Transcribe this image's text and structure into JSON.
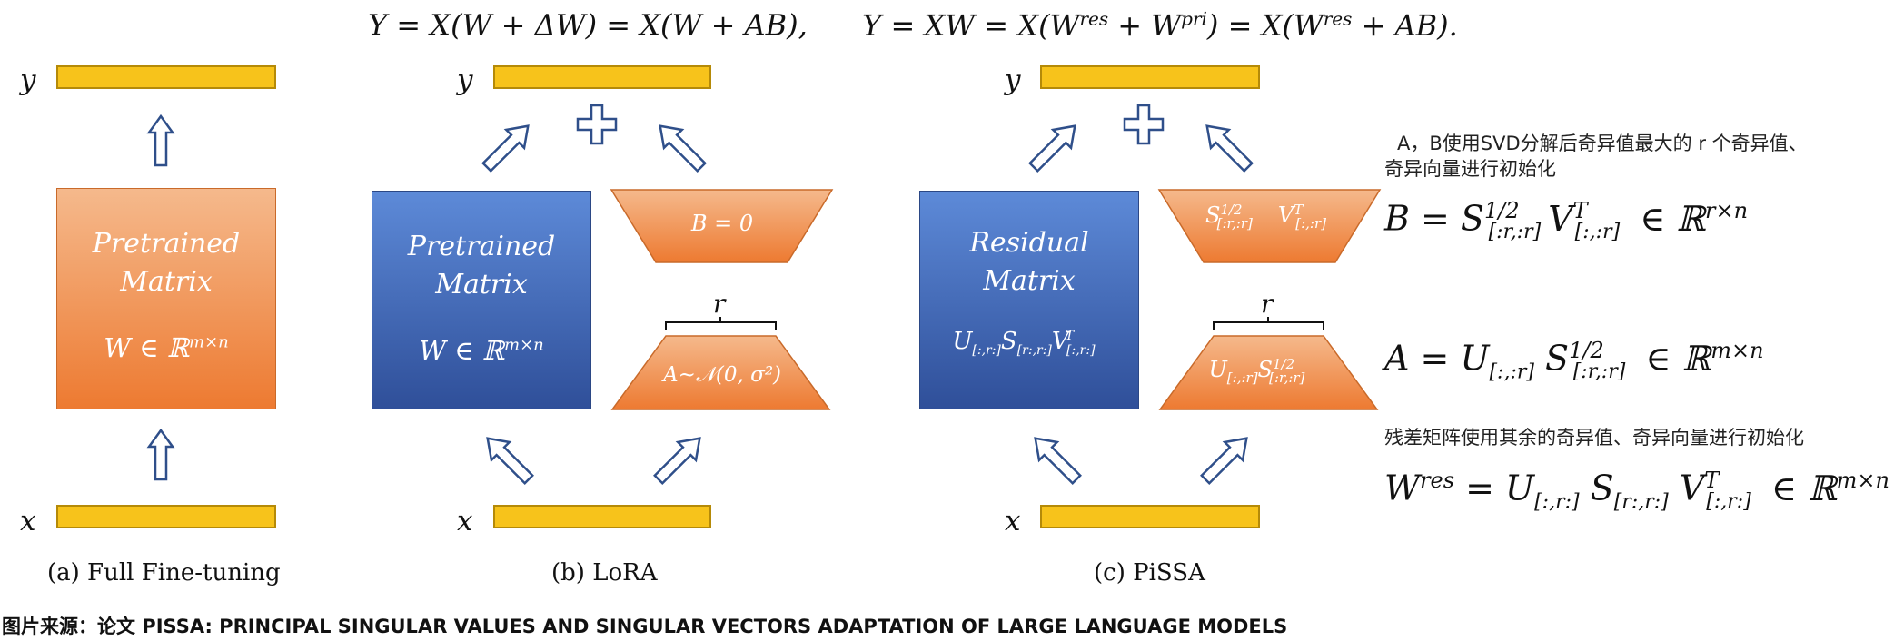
{
  "equation_top": {
    "lora": "Y = X(W + ΔW) = X(W + AB),",
    "pissa_prefix": "Y = XW = X(W",
    "pissa_res1": "res",
    "pissa_mid": " + W",
    "pissa_pri": "pri",
    "pissa_mid2": ") = X(W",
    "pissa_res2": "res",
    "pissa_end": " + AB)."
  },
  "labels": {
    "y": "y",
    "x": "x",
    "r": "r",
    "plus": "+"
  },
  "panel_a": {
    "box_line1": "Pretrained",
    "box_line2": "Matrix",
    "box_formula": "W ∈ ℝ",
    "box_formula_sup": "m×n",
    "caption": "(a) Full Fine-tuning"
  },
  "panel_b": {
    "box_line1": "Pretrained",
    "box_line2": "Matrix",
    "box_formula": "W ∈ ℝ",
    "box_formula_sup": "m×n",
    "b_label": "B = 0",
    "a_label": "A~𝒩(0, σ²)",
    "caption": "(b) LoRA"
  },
  "panel_c": {
    "box_line1": "Residual",
    "box_line2": "Matrix",
    "box_formula": "U[:,r:]S[r:,r:]V",
    "b_label": "S½[:r,:r] Vᵀ[:,:r]",
    "a_label": "U[:,:r] S½[:r,:r]",
    "caption": "(c) PiSSA"
  },
  "notes": {
    "note1_line1": "A，B使用SVD分解后奇异值最大的 r 个奇异值、",
    "note1_line2": "奇异向量进行初始化",
    "note2": "残差矩阵使用其余的奇异值、奇异向量进行初始化"
  },
  "formulas": {
    "b_formula": "B = S",
    "a_formula": "A = U",
    "w_formula": "W"
  },
  "source": "图片来源：论文 PISSA: PRINCIPAL SINGULAR VALUES AND SINGULAR VECTORS ADAPTATION OF LARGE LANGUAGE MODELS",
  "colors": {
    "bar_fill": "#f7c31b",
    "orange": "#ed7a31",
    "blue": "#2f4f99",
    "arrow_stroke": "#2f4f8a"
  }
}
